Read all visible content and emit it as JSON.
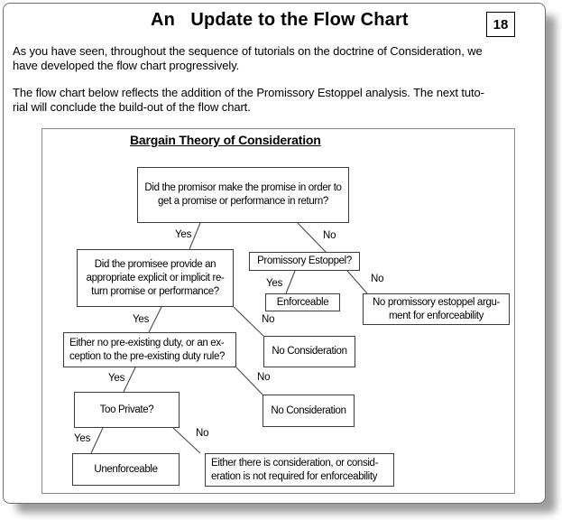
{
  "page": {
    "title": "An   Update to the Flow Chart",
    "page_number": "18",
    "paragraphs": {
      "p1": "As you have seen, throughout the sequence of tutorials on the doctrine of Consideration, we\nhave developed the flow chart progressively.",
      "p2": "The flow chart below reflects the addition of the Promissory Estoppel analysis. The next tuto-\nrial will conclude the build-out of the flow chart."
    }
  },
  "flowchart": {
    "heading": "Bargain Theory of Consideration",
    "nodes": {
      "promisor_question": "Did the promisor make the promise in order to\nget a promise or performance in return?",
      "promisee_question": "Did the promisee provide an\nappropriate explicit or implicit re-\nturn promise or performance?",
      "promissory_estoppel_question": "Promissory Estoppel?",
      "enforceable": "Enforceable",
      "no_estoppel_argument": "No promissory estoppel argu-\nment for enforceability",
      "preexisting_duty_question": "Either no pre-existing duty, or an ex-\nception to the pre-existing duty rule?",
      "no_consideration_1": "No Consideration",
      "too_private_question": "Too Private?",
      "no_consideration_2": "No Consideration",
      "unenforceable": "Unenforceable",
      "either_consideration": "Either there is consideration, or consid-\neration is not required for enforceability"
    },
    "edge_labels": {
      "yes": "Yes",
      "no": "No"
    }
  }
}
